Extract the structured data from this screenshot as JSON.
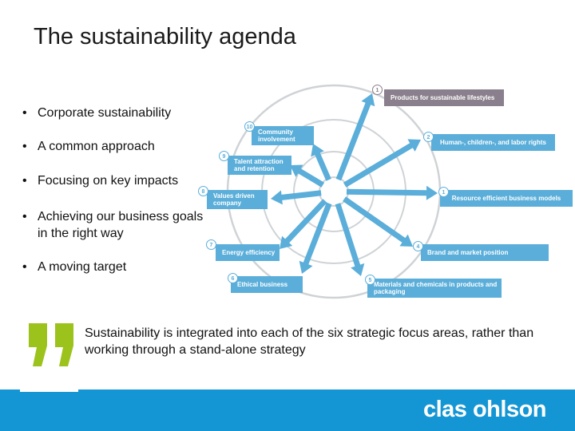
{
  "slide": {
    "title": "The sustainability agenda",
    "bullets": [
      "Corporate sustainability",
      "A common approach",
      "Focusing on key impacts",
      "Achieving our business goals in the right way",
      "A moving target"
    ],
    "bullet_symbol": "•"
  },
  "wheel": {
    "items": [
      {
        "num": "1",
        "label": "Products for sustainable lifestyles",
        "color": "#8a7f8c"
      },
      {
        "num": "10",
        "label": "Community involvement",
        "color": "#5aaed9"
      },
      {
        "num": "2",
        "label": "Human-, children-, and labor rights",
        "color": "#5aaed9"
      },
      {
        "num": "9",
        "label": "Talent attraction and retention",
        "color": "#5aaed9"
      },
      {
        "num": "8",
        "label": "Values driven company",
        "color": "#5aaed9"
      },
      {
        "num": "1",
        "label": "Resource efficient business models",
        "color": "#5aaed9"
      },
      {
        "num": "7",
        "label": "Energy efficiency",
        "color": "#5aaed9"
      },
      {
        "num": "4",
        "label": "Brand and market position",
        "color": "#5aaed9"
      },
      {
        "num": "6",
        "label": "Ethical business",
        "color": "#5aaed9"
      },
      {
        "num": "5",
        "label": "Materials and chemicals in products and packaging",
        "color": "#5aaed9"
      }
    ],
    "arrow_color": "#5aaed9",
    "ring_color": "#cfd3d6"
  },
  "quote": {
    "text": "Sustainability is integrated into each of the six strategic focus areas, rather than working through a stand-alone strategy",
    "mark_color": "#9bc31c"
  },
  "footer": {
    "brand": "clas ohlson",
    "color": "#1596d4"
  }
}
